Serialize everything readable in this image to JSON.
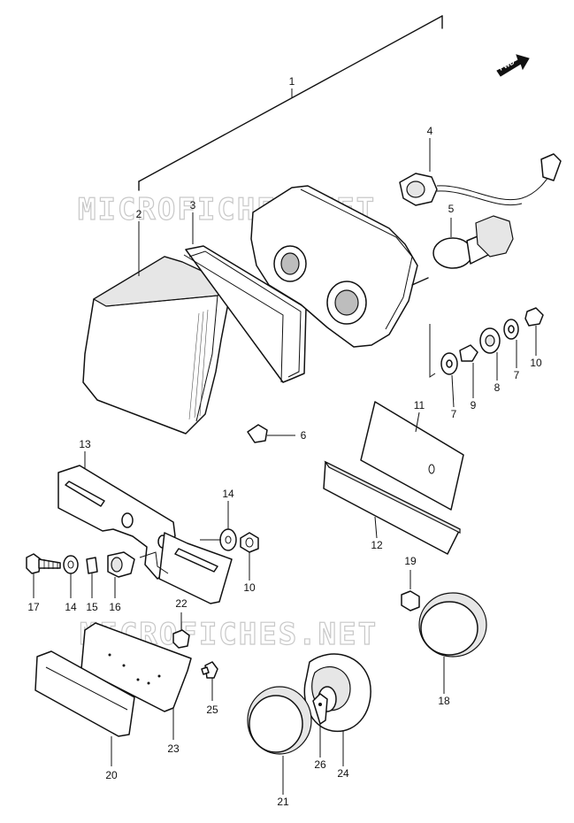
{
  "watermark": "MICROFICHES.NET",
  "fwd_label": "FWD",
  "callouts": [
    "1",
    "2",
    "3",
    "4",
    "5",
    "6",
    "7",
    "7",
    "8",
    "9",
    "10",
    "10",
    "11",
    "12",
    "13",
    "14",
    "14",
    "15",
    "16",
    "17",
    "18",
    "19",
    "20",
    "21",
    "22",
    "23",
    "24",
    "25",
    "26"
  ]
}
